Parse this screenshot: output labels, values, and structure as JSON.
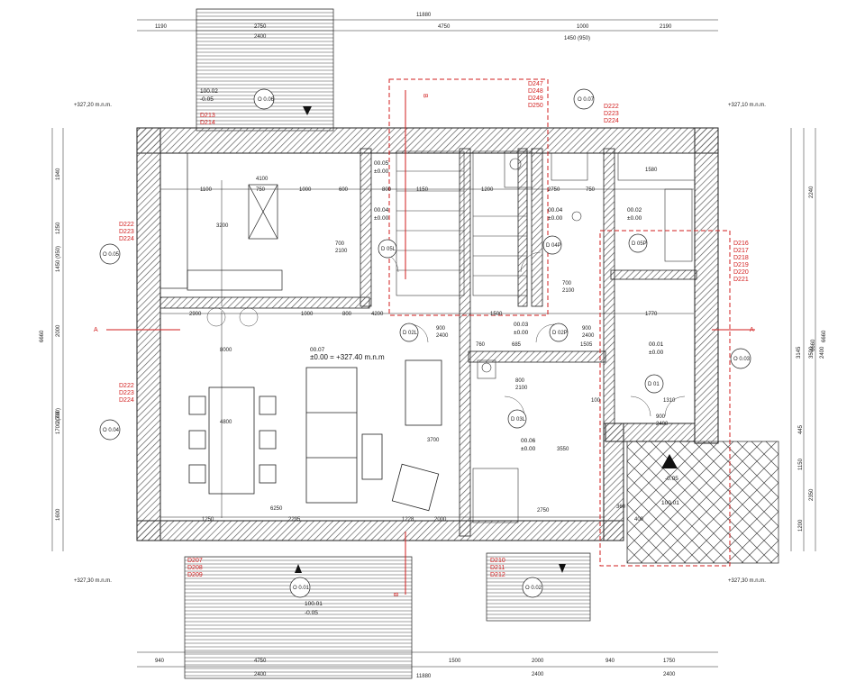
{
  "colors": {
    "wall": "#6e6e6e",
    "line": "#222222",
    "accent": "#d21e1e"
  },
  "overall_dims": {
    "top": "11880",
    "bottom": "11880",
    "left": "6660",
    "right": "6660"
  },
  "top_chain": [
    "1190",
    "2750",
    "4750",
    "1000",
    "2190"
  ],
  "top_sub": {
    "stair": "2400",
    "door": "1450 (950)"
  },
  "bottom_chain": [
    "940",
    "4750",
    "1500",
    "2000",
    "940",
    "1750"
  ],
  "bottom_sub": [
    "2400",
    "2400",
    "2400"
  ],
  "left_chain": [
    "1940",
    "1250",
    "1450 (950)",
    "2000",
    "1700 (700)",
    "2000",
    "1600"
  ],
  "right_chain": [
    "2240",
    "6660",
    "3145",
    "3500",
    "2400",
    "445",
    "1150",
    "2350",
    "1200"
  ],
  "levels": {
    "tl": "+327,20 m.n.m.",
    "tr": "+327,10 m.n.m.",
    "bl": "+327,30 m.n.m.",
    "br": "+327,30 m.n.m."
  },
  "sections": {
    "a": "A",
    "b": "B"
  },
  "red_groups": {
    "top_mid": [
      "D247",
      "D248",
      "D249",
      "D250"
    ],
    "top_left": [
      "D213",
      "D214"
    ],
    "top_right": [
      "D222",
      "D223",
      "D224"
    ],
    "left_upper": [
      "D222",
      "D223",
      "D224"
    ],
    "left_lower": [
      "D222",
      "D223",
      "D224"
    ],
    "right": [
      "D216",
      "D217",
      "D218",
      "D219",
      "D220",
      "D221"
    ],
    "bottom_left": [
      "D207",
      "D208",
      "D209"
    ],
    "bottom_mid": [
      "D210",
      "D211",
      "D212"
    ]
  },
  "rooms": [
    {
      "code": "00.07",
      "level": "±0.00 = +327.40 m.n.m"
    },
    {
      "code": "00.05",
      "level": "±0.00"
    },
    {
      "code": "00.04",
      "level": "±0.00"
    },
    {
      "code": "00.03",
      "level": "±0.00"
    },
    {
      "code": "00.02",
      "level": "±0.00"
    },
    {
      "code": "00.01",
      "level": "±0.00"
    },
    {
      "code": "00.06",
      "level": "±0.00"
    },
    {
      "code": "00.04",
      "level": "±0.00"
    }
  ],
  "outside": {
    "top_code": "100.02",
    "top_level": "-0.05",
    "bottom_code": "100.01",
    "bottom_level": "-0.05",
    "entry_code": "100.01",
    "entry_level": "-0.05"
  },
  "openings": [
    "O 0.06",
    "O 0.07",
    "O 0.05",
    "O 0.04",
    "O 0.03",
    "O 0.02",
    "O 0.01"
  ],
  "doors": [
    "D 05L",
    "D 04P",
    "D 05P",
    "D 02L",
    "D 02P",
    "D 03L",
    "D 01"
  ],
  "door_sizes": [
    {
      "w": "700",
      "h": "2100"
    },
    {
      "w": "900",
      "h": "2400"
    },
    {
      "w": "900",
      "h": "2400"
    },
    {
      "w": "800",
      "h": "2100"
    },
    {
      "w": "700",
      "h": "2100"
    },
    {
      "w": "900",
      "h": "2400"
    }
  ],
  "inner_dims": [
    "1100",
    "750",
    "1000",
    "600",
    "800",
    "4100",
    "3200",
    "2900",
    "1000",
    "800",
    "4200",
    "1500",
    "1770",
    "8000",
    "4800",
    "6250",
    "1250",
    "2295",
    "1228",
    "2000",
    "3700",
    "760",
    "685",
    "1505",
    "3550",
    "2750",
    "1310",
    "100",
    "1200",
    "2750",
    "750",
    "1580",
    "1150",
    "360",
    "400"
  ]
}
